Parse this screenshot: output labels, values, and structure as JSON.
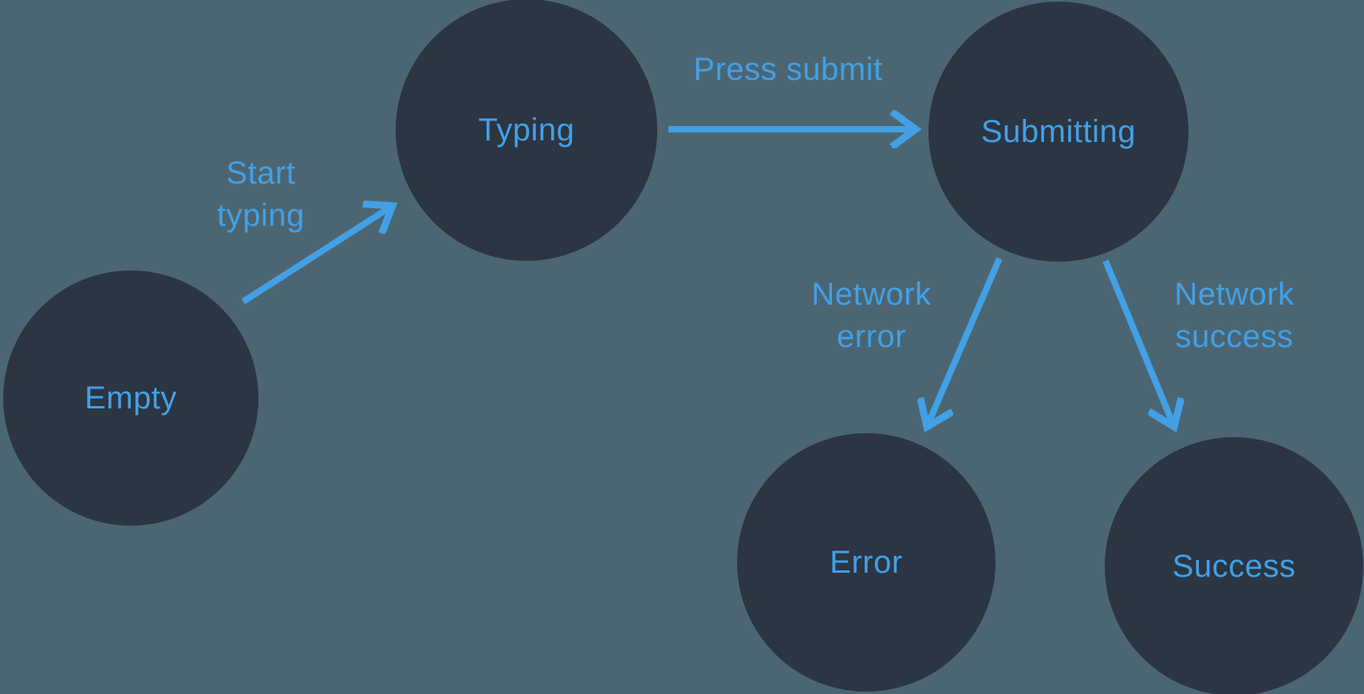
{
  "theme": {
    "background_color": "#4B6672",
    "node_color": "#2C3542",
    "accent_color": "#42A0E6"
  },
  "diagram": {
    "type": "state-machine",
    "states": [
      {
        "id": "empty",
        "label": "Empty"
      },
      {
        "id": "typing",
        "label": "Typing"
      },
      {
        "id": "submitting",
        "label": "Submitting"
      },
      {
        "id": "error",
        "label": "Error"
      },
      {
        "id": "success",
        "label": "Success"
      }
    ],
    "transitions": [
      {
        "from": "empty",
        "to": "typing",
        "label": "Start typing"
      },
      {
        "from": "typing",
        "to": "submitting",
        "label": "Press submit"
      },
      {
        "from": "submitting",
        "to": "error",
        "label": "Network error"
      },
      {
        "from": "submitting",
        "to": "success",
        "label": "Network success"
      }
    ]
  }
}
